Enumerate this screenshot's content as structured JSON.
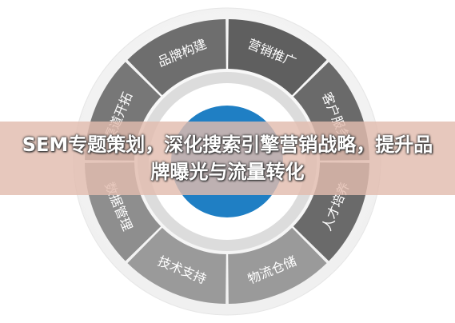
{
  "banner": {
    "title": "SEM专题策划，深化搜索引擎营销战略，提升品牌曝光与流量转化"
  },
  "wheel": {
    "segments": [
      {
        "label": "品牌构建",
        "color": "#6e6e6e"
      },
      {
        "label": "营销推广",
        "color": "#5f5f5f"
      },
      {
        "label": "客户服务",
        "color": "#6a6a6a"
      },
      {
        "label": "人才培养",
        "color": "#6a6a6a"
      },
      {
        "label": "物流仓储",
        "color": "#9a9a9a"
      },
      {
        "label": "技术支持",
        "color": "#9a9a9a"
      },
      {
        "label": "数据管理",
        "color": "#8e8e8e"
      },
      {
        "label": "渠道开拓",
        "color": "#777777"
      }
    ],
    "ring_color": "#dcdcdc",
    "center_color": "#1f7fc4"
  }
}
